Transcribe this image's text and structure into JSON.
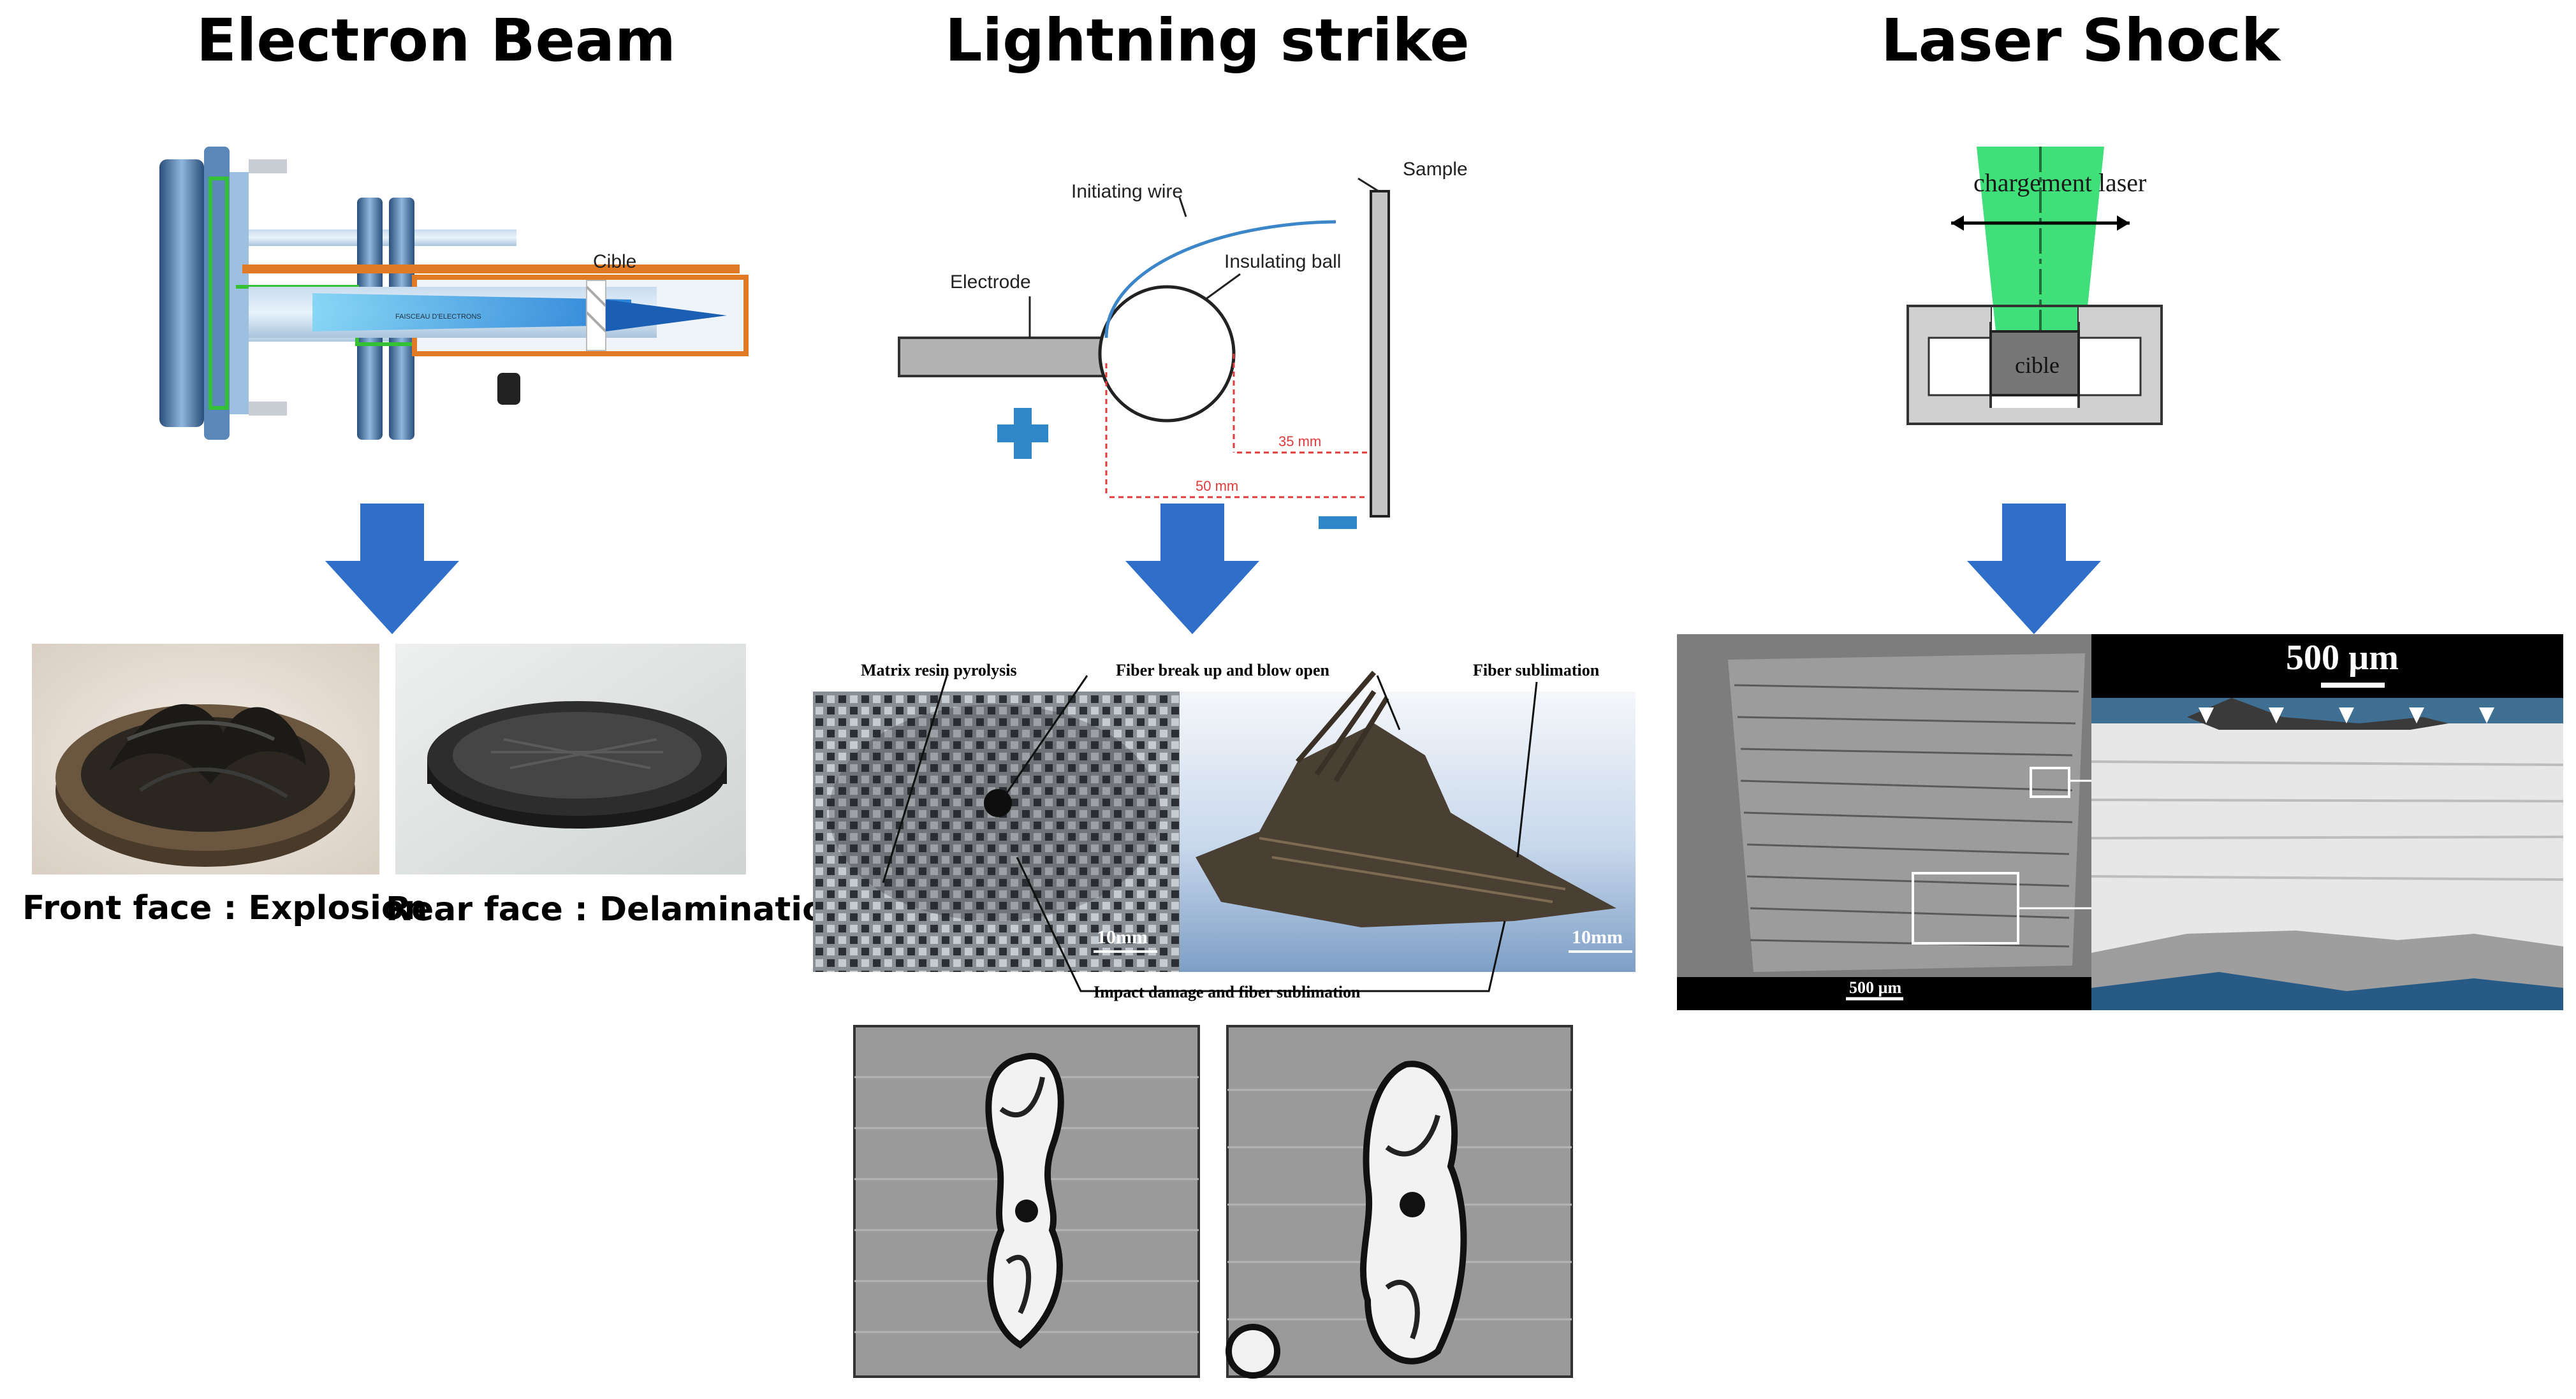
{
  "columns": {
    "electron_beam": {
      "title": "Electron Beam",
      "device_label": "Cible",
      "device_inner_label": "FAISCEAU D'ELECTRONS",
      "caption_front": "Front face : Explosion",
      "caption_rear": "Rear face : Delamination"
    },
    "lightning": {
      "title": "Lightning strike",
      "labels": {
        "initiating_wire": "Initiating wire",
        "sample": "Sample",
        "electrode": "Electrode",
        "insulating_ball": "Insulating ball",
        "dist_35": "35 mm",
        "dist_50": "50 mm"
      },
      "photo_labels": {
        "matrix": "Matrix resin pyrolysis",
        "fiber_break": "Fiber break up and blow open",
        "fiber_sublimation": "Fiber sublimation",
        "impact": "Impact damage and fiber sublimation",
        "scale_left": "10mm",
        "scale_right": "10mm"
      }
    },
    "laser": {
      "title": "Laser Shock",
      "beam_label": "chargement laser",
      "target_label": "cible",
      "scale_sem": "500 µm",
      "scale_3d": "500 µm"
    }
  },
  "colors": {
    "arrow_blue": "#2f6fc9",
    "laser_green": "#3fe07a",
    "wire_blue": "#3a86c8",
    "plus_blue": "#2f86c9",
    "dimension_red": "#e03a3a"
  }
}
